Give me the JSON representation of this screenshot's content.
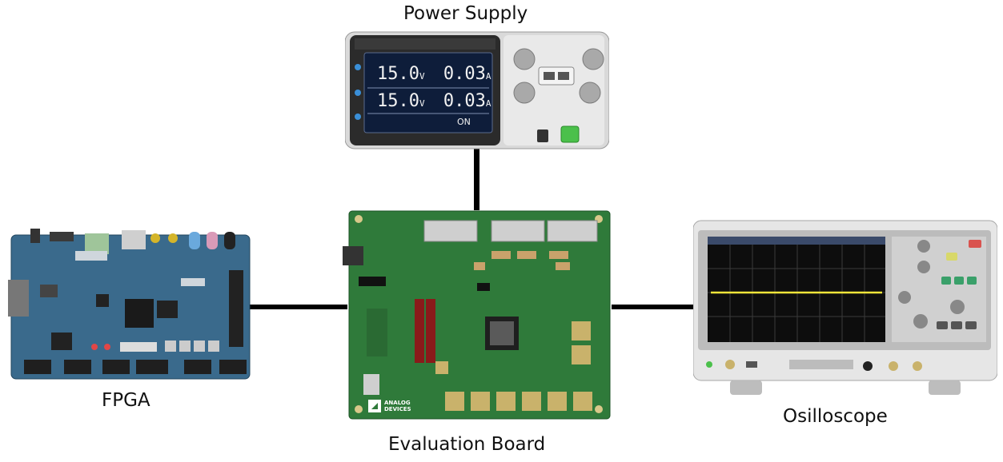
{
  "labels": {
    "power_supply": "Power Supply",
    "fpga": "FPGA",
    "evaluation_board": "Evaluation Board",
    "oscilloscope": "Osilloscope"
  },
  "power_supply_display": {
    "ch1_voltage": "15.0",
    "ch1_voltage_unit": "V",
    "ch1_current": "0.03",
    "ch1_current_unit": "A",
    "ch2_voltage": "15.0",
    "ch2_voltage_unit": "V",
    "ch2_current": "0.03",
    "ch2_current_unit": "A",
    "status": "ON"
  },
  "evaluation_board": {
    "logo_text_1": "ANALOG",
    "logo_text_2": "DEVICES"
  },
  "colors": {
    "wire": "#000000",
    "pcb_green": "#2f7a3a",
    "fpga_blue": "#3a6a8c",
    "psu_display": "#0e1d3a",
    "scope_screen": "#0d0d0d",
    "scope_trace": "#f2e53a"
  }
}
